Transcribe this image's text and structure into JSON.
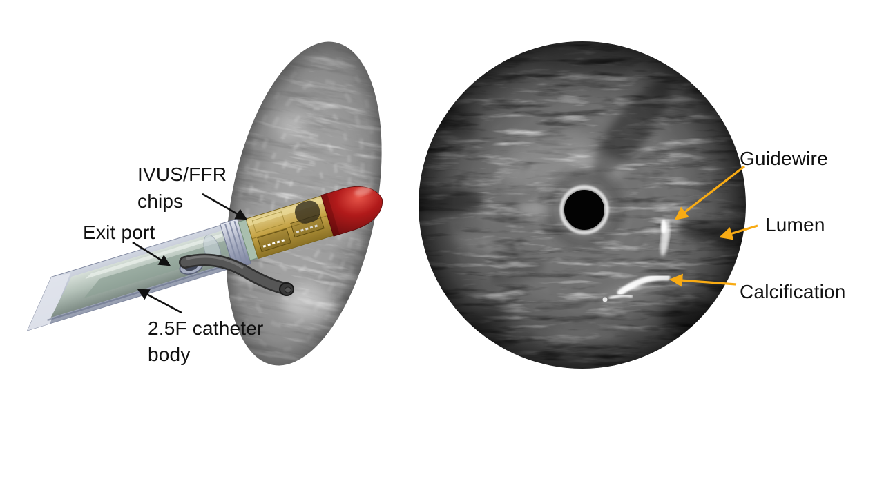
{
  "figure": {
    "kind": "annotated medical device figure",
    "left_panel": {
      "description": "3D render of IVUS/FFR catheter crossing an ultrasound vessel image plane",
      "labels": {
        "chips": "IVUS/FFR\nchips",
        "exit_port": "Exit port",
        "catheter_body": "2.5F catheter\nbody"
      }
    },
    "right_panel": {
      "description": "IVUS cross-sectional ultrasound image",
      "labels": {
        "guidewire": "Guidewire",
        "lumen": "Lumen",
        "calcification": "Calcification"
      }
    }
  },
  "colors": {
    "background": "#ffffff",
    "label_color": "#111111",
    "arrow_left": "#111111",
    "arrow_right": "#f8ab14",
    "catheter_tip_red": "#b11a1a",
    "chip_gold": "#c8a442",
    "catheter_body_silver": "#b9c6c0",
    "guidewire_grey": "#4d4d4d"
  }
}
